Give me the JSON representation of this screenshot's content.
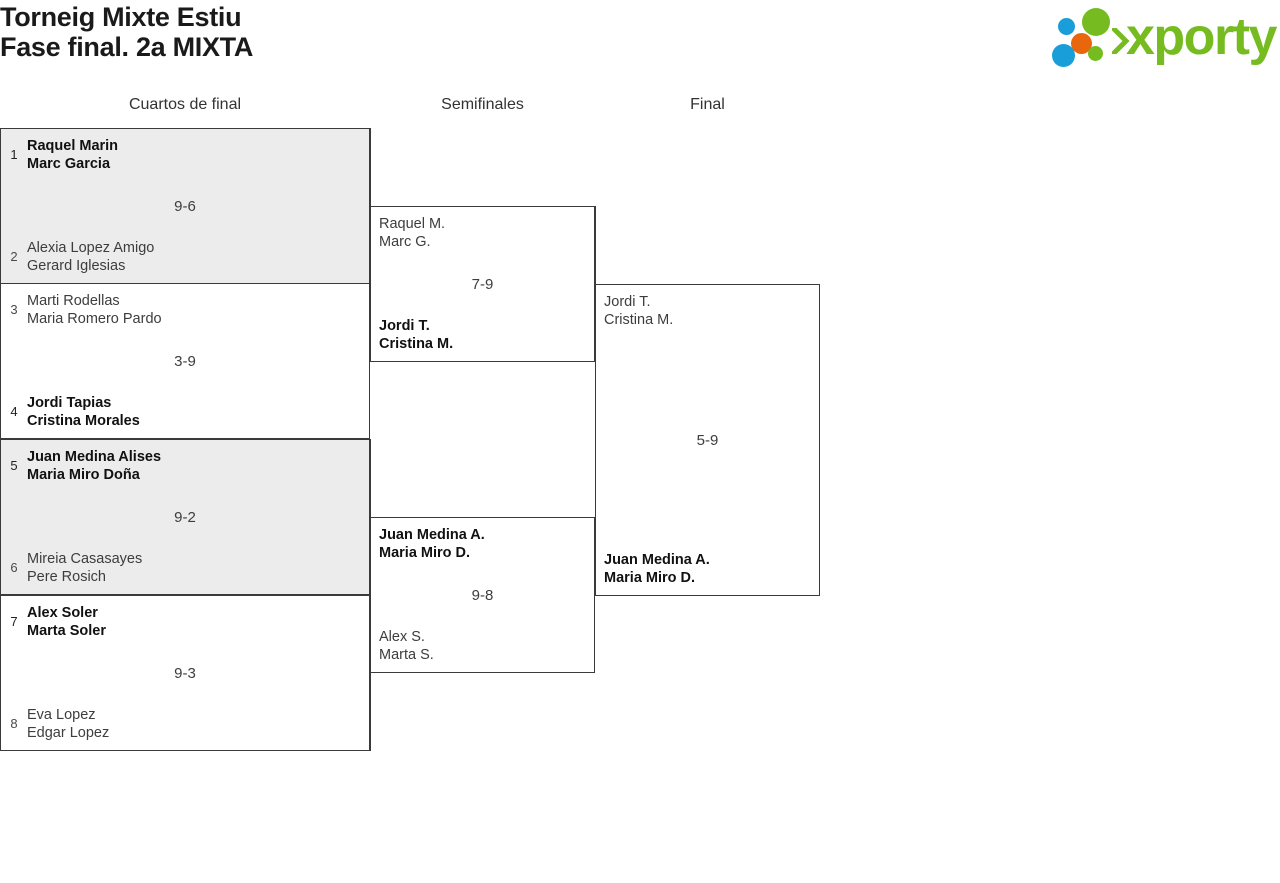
{
  "header": {
    "title_line_1": "Torneig Mixte Estiu",
    "title_line_2": "Fase final. 2a MIXTA",
    "logo_wordmark": "xporty"
  },
  "rounds": [
    {
      "label": "Cuartos de final"
    },
    {
      "label": "Semifinales"
    },
    {
      "label": "Final"
    }
  ],
  "bracket": {
    "quarterfinals": [
      {
        "shaded": true,
        "top": {
          "seed": "1",
          "player_1": "Raquel Marin",
          "player_2": "Marc Garcia",
          "winner": true
        },
        "bottom": {
          "seed": "2",
          "player_1": "Alexia Lopez Amigo",
          "player_2": "Gerard Iglesias",
          "winner": false
        },
        "score": "9-6"
      },
      {
        "shaded": false,
        "top": {
          "seed": "3",
          "player_1": "Marti Rodellas",
          "player_2": "Maria Romero Pardo",
          "winner": false
        },
        "bottom": {
          "seed": "4",
          "player_1": "Jordi Tapias",
          "player_2": "Cristina Morales",
          "winner": true
        },
        "score": "3-9"
      },
      {
        "shaded": true,
        "top": {
          "seed": "5",
          "player_1": "Juan Medina Alises",
          "player_2": "Maria Miro Doña",
          "winner": true
        },
        "bottom": {
          "seed": "6",
          "player_1": "Mireia Casasayes",
          "player_2": "Pere Rosich",
          "winner": false
        },
        "score": "9-2"
      },
      {
        "shaded": false,
        "top": {
          "seed": "7",
          "player_1": "Alex Soler",
          "player_2": "Marta Soler",
          "winner": true
        },
        "bottom": {
          "seed": "8",
          "player_1": "Eva Lopez",
          "player_2": "Edgar Lopez",
          "winner": false
        },
        "score": "9-3"
      }
    ],
    "semifinals": [
      {
        "top": {
          "player_1": "Raquel M.",
          "player_2": "Marc G.",
          "winner": false
        },
        "bottom": {
          "player_1": "Jordi T.",
          "player_2": "Cristina M.",
          "winner": true
        },
        "score": "7-9"
      },
      {
        "top": {
          "player_1": "Juan Medina A.",
          "player_2": "Maria Miro D.",
          "winner": true
        },
        "bottom": {
          "player_1": "Alex S.",
          "player_2": "Marta S.",
          "winner": false
        },
        "score": "9-8"
      }
    ],
    "final": [
      {
        "top": {
          "player_1": "Jordi T.",
          "player_2": "Cristina M.",
          "winner": false
        },
        "bottom": {
          "player_1": "Juan Medina A.",
          "player_2": "Maria Miro D.",
          "winner": true
        },
        "score": "5-9"
      }
    ]
  },
  "colors": {
    "brand_green": "#76bc21",
    "brand_blue": "#1a9ed9",
    "brand_orange": "#e8660c",
    "row_shaded": "#ececec",
    "border": "#3a3a3a"
  }
}
